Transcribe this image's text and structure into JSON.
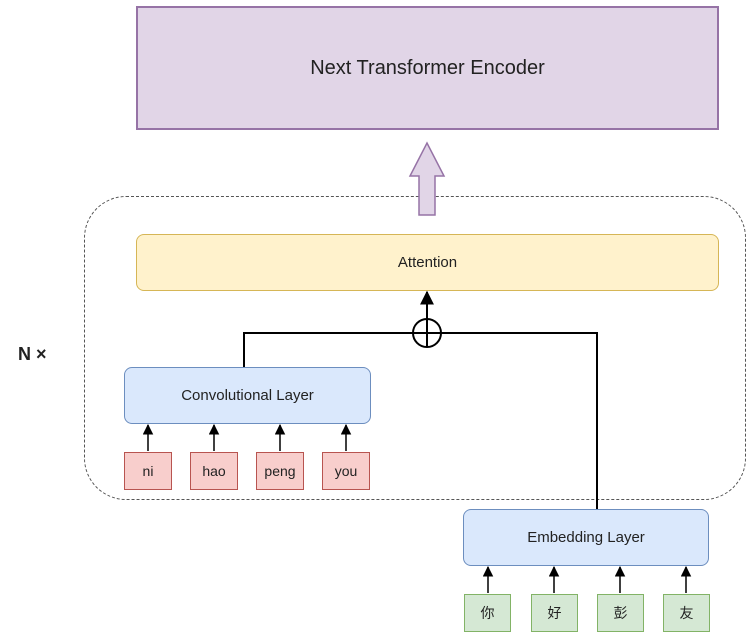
{
  "diagram": {
    "next_encoder_label": "Next Transformer Encoder",
    "attention_label": "Attention",
    "conv_label": "Convolutional Layer",
    "embedding_label": "Embedding Layer",
    "repeat_label": "N ×",
    "pinyin_tokens": [
      "ni",
      "hao",
      "peng",
      "you"
    ],
    "hanzi_tokens": [
      "你",
      "好",
      "彭",
      "友"
    ],
    "add_symbol": "⊕"
  },
  "colors": {
    "purple_fill": "#e1d5e7",
    "purple_stroke": "#9673a6",
    "yellow_fill": "#fff2cc",
    "yellow_stroke": "#d6b656",
    "blue_fill": "#dae8fc",
    "blue_stroke": "#6c8ebf",
    "red_fill": "#f8cecc",
    "red_stroke": "#b85450",
    "green_fill": "#d5e8d4",
    "green_stroke": "#82b366"
  }
}
